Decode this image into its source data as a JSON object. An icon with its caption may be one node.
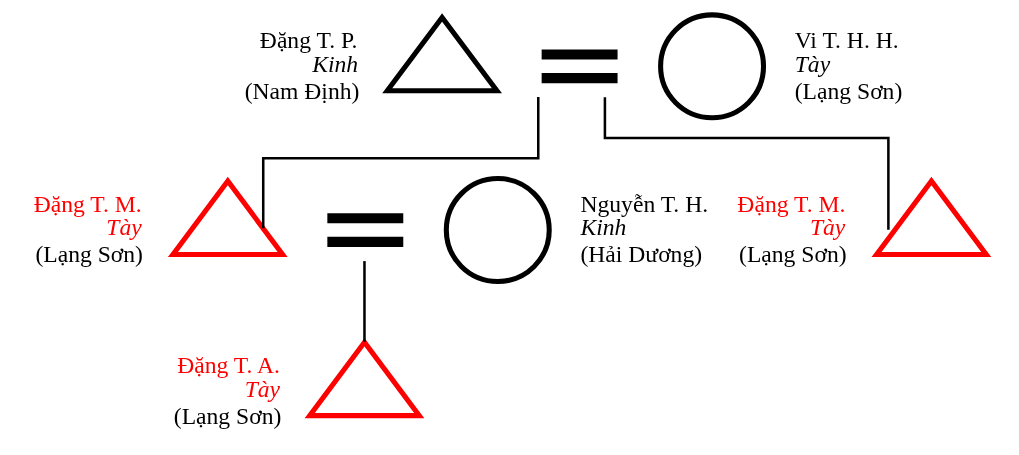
{
  "diagram": {
    "nodes": [
      {
        "text": [],
        "shape": "triangle",
        "beside": [
          "Đặng T. P.",
          "Kinh",
          "(Nam Định)"
        ]
      },
      {
        "text": [],
        "shape": "equals"
      },
      {
        "text": [],
        "shape": "circle",
        "beside": [
          "Vi T. H. H.",
          "Tày",
          "(Lạng Sơn)"
        ]
      },
      {
        "text": [],
        "shape": "triangle",
        "beside": [
          "Đặng T. M.",
          "Tày",
          "(Lạng Sơn)"
        ]
      },
      {
        "text": [],
        "shape": "equals"
      },
      {
        "text": [],
        "shape": "circle",
        "beside": [
          "Nguyễn T. H.",
          "Kinh",
          "(Hải Dương)"
        ]
      },
      {
        "text": [],
        "shape": "triangle",
        "beside": [
          "Đặng T. M.",
          "Tày",
          "(Lạng Sơn)"
        ]
      },
      {
        "text": [],
        "shape": "triangle",
        "beside": [
          "Đặng T. A.",
          "Tày",
          "(Lạng Sơn)"
        ]
      }
    ],
    "edges": [
      {
        "from": 1,
        "to": 3,
        "arrow": "none"
      },
      {
        "from": 1,
        "to": 6,
        "arrow": "none"
      },
      {
        "from": 4,
        "to": 7,
        "arrow": "none"
      }
    ]
  }
}
